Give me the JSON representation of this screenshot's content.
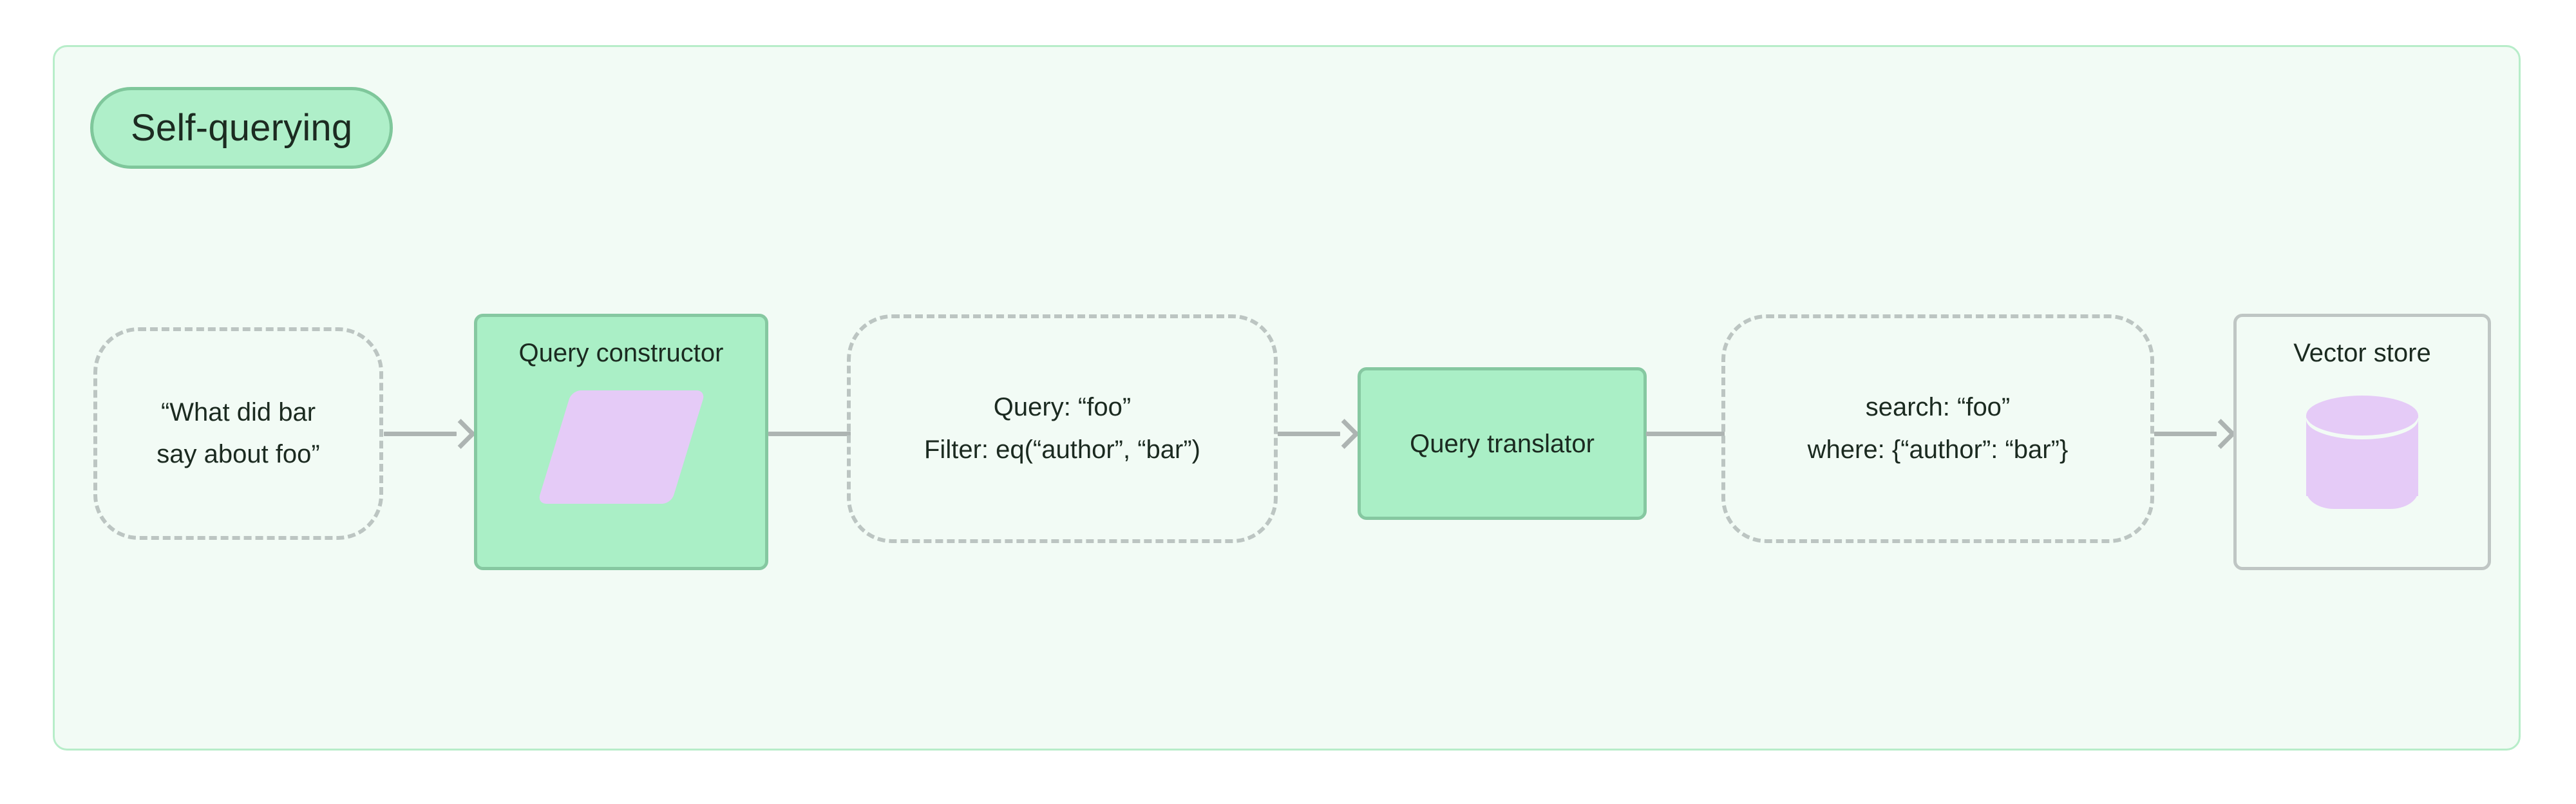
{
  "diagram": {
    "title": "Self-querying",
    "nodes": [
      {
        "id": "question",
        "kind": "data-dashed",
        "lines": [
          "“What did bar",
          "say about foo”"
        ]
      },
      {
        "id": "query-constructor",
        "kind": "process-green",
        "label": "Query constructor",
        "icon": "parallelogram-icon"
      },
      {
        "id": "query-filter",
        "kind": "data-dashed",
        "lines": [
          "Query: “foo”",
          "Filter: eq(“author”, “bar”)"
        ]
      },
      {
        "id": "query-translator",
        "kind": "process-green",
        "label": "Query translator"
      },
      {
        "id": "search-where",
        "kind": "data-dashed",
        "lines": [
          "search: “foo”",
          "where: {“author”: “bar”}"
        ]
      },
      {
        "id": "vector-store",
        "kind": "store",
        "label": "Vector store",
        "icon": "database-cylinder-icon"
      }
    ],
    "edges": [
      {
        "from": "question",
        "to": "query-constructor",
        "arrowhead": true
      },
      {
        "from": "query-constructor",
        "to": "query-filter",
        "arrowhead": false
      },
      {
        "from": "query-filter",
        "to": "query-translator",
        "arrowhead": true
      },
      {
        "from": "query-translator",
        "to": "search-where",
        "arrowhead": false
      },
      {
        "from": "search-where",
        "to": "vector-store",
        "arrowhead": true
      }
    ]
  },
  "colors": {
    "page_background": "#FFFFFF",
    "container_background": "#F2FBF5",
    "container_border": "#B7EDC9",
    "title_badge_fill": "#AFEFC9",
    "title_badge_border": "#7FC79B",
    "process_fill": "#AAEFC6",
    "process_border": "#86C8A1",
    "store_border": "#BFC6C4",
    "dashed_border": "#BCC5C2",
    "icon_purple": "#E5CBF7",
    "connector": "#ADB4B2",
    "text": "#1B2A20"
  }
}
